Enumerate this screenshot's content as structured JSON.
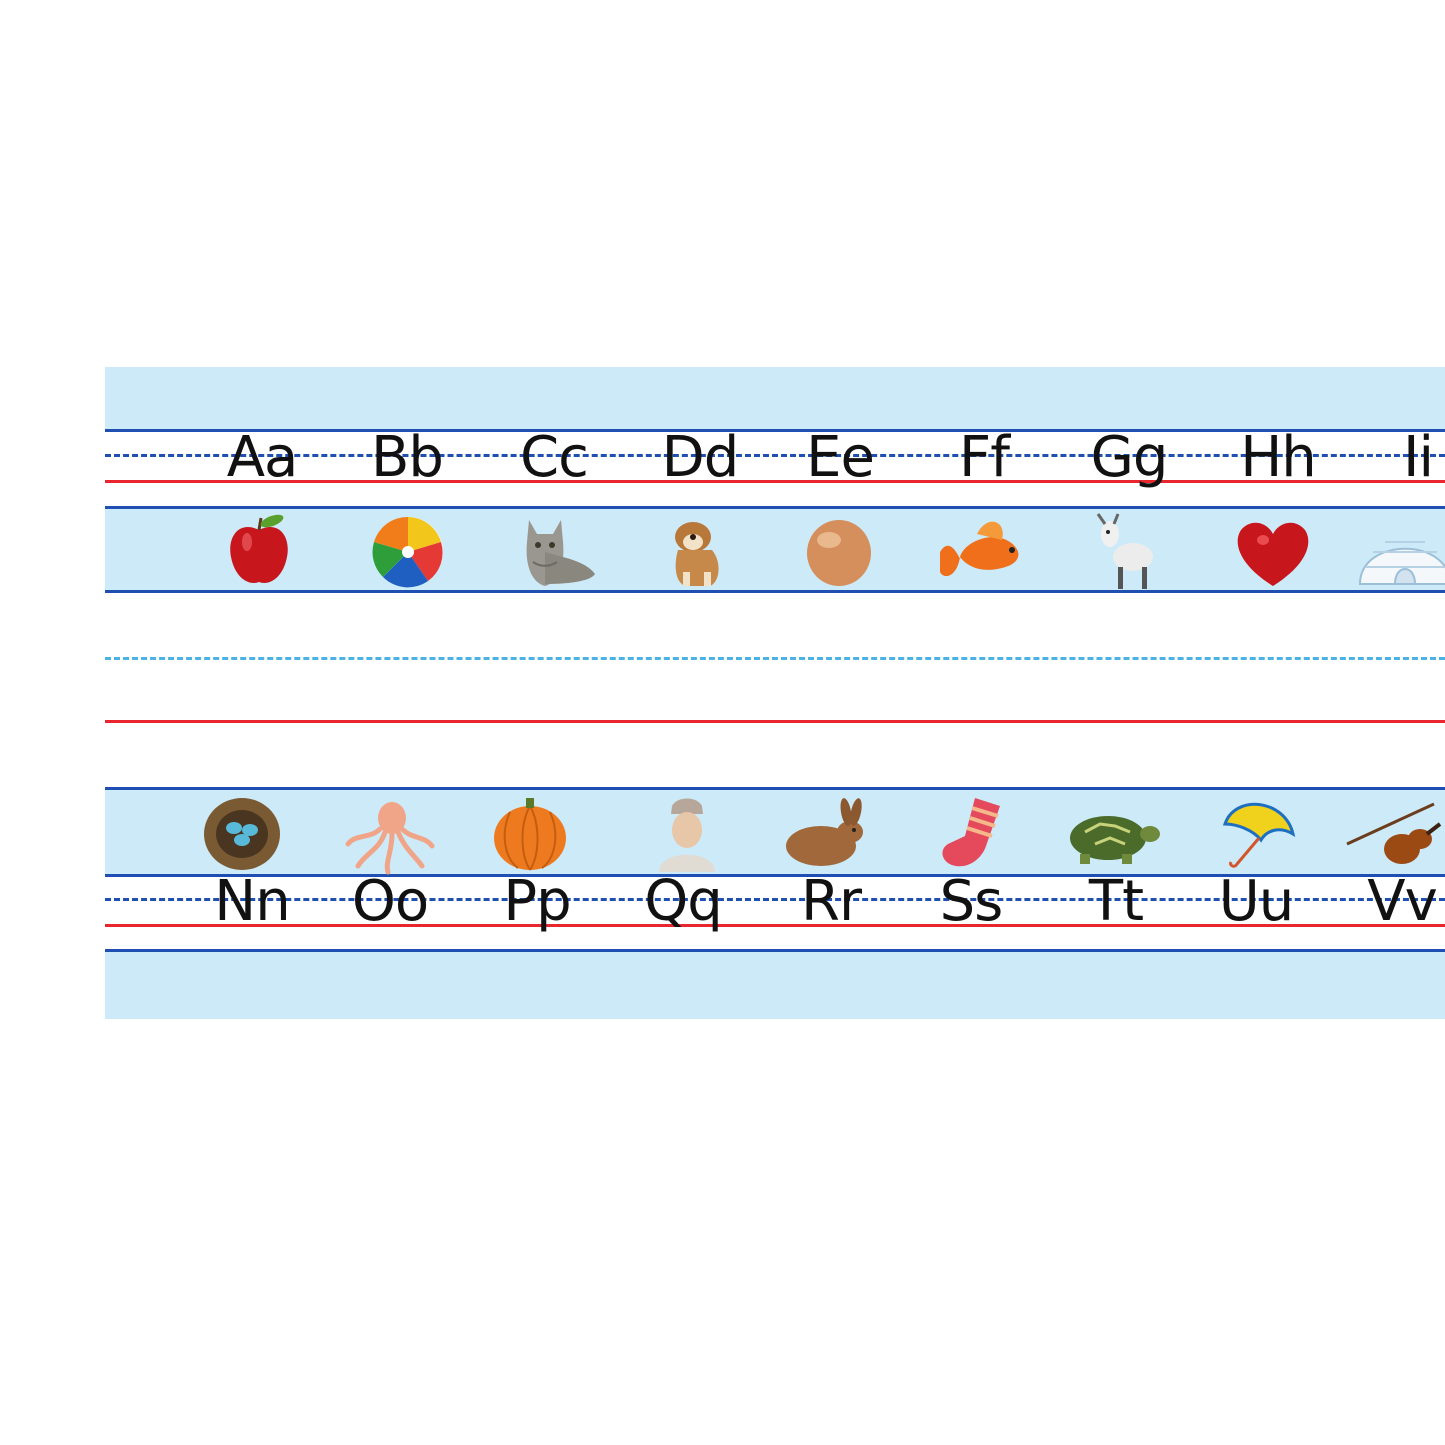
{
  "colors": {
    "background_panel": "#cdeaf8",
    "rule_blue": "#1f4fb0",
    "rule_red": "#e8262e",
    "dash_light": "#4bb2e6"
  },
  "top_row": {
    "letters": [
      "Aa",
      "Bb",
      "Cc",
      "Dd",
      "Ee",
      "Ff",
      "Gg",
      "Hh",
      "Ii"
    ],
    "pictures": [
      "apple-icon",
      "beach-ball-icon",
      "cat-icon",
      "dog-icon",
      "egg-icon",
      "goldfish-icon",
      "goat-icon",
      "heart-icon",
      "igloo-icon"
    ]
  },
  "bottom_row": {
    "pictures": [
      "nest-icon",
      "octopus-icon",
      "pumpkin-icon",
      "queen-icon",
      "rabbit-icon",
      "sock-icon",
      "turtle-icon",
      "umbrella-icon",
      "violin-icon"
    ],
    "letters": [
      "Nn",
      "Oo",
      "Pp",
      "Qq",
      "Rr",
      "Ss",
      "Tt",
      "Uu",
      "Vv"
    ]
  }
}
